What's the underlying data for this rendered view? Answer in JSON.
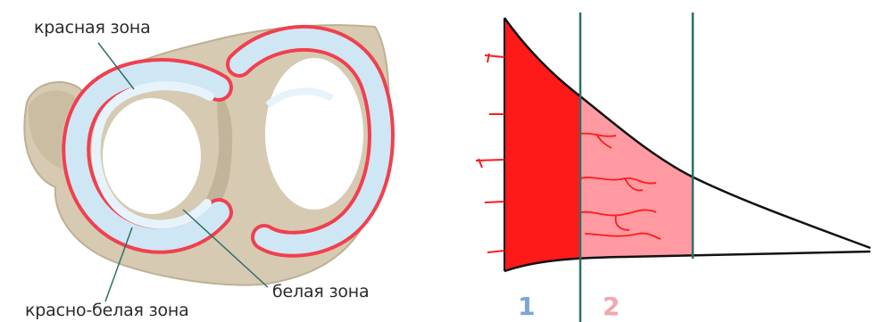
{
  "labels": {
    "red_zone": "красная зона",
    "white_zone": "белая зона",
    "red_white_zone": "красно-белая зона"
  },
  "zone_numbers": {
    "zone1": "1",
    "zone2": "2"
  },
  "colors": {
    "red_zone": "#ff1a1a",
    "red_white_zone": "#ff9aa2",
    "meniscus_blue": "#cfe6f5",
    "meniscus_rim": "#f2404f",
    "bone": "#d3c6ad",
    "divider_lines": "#2e6f66"
  }
}
